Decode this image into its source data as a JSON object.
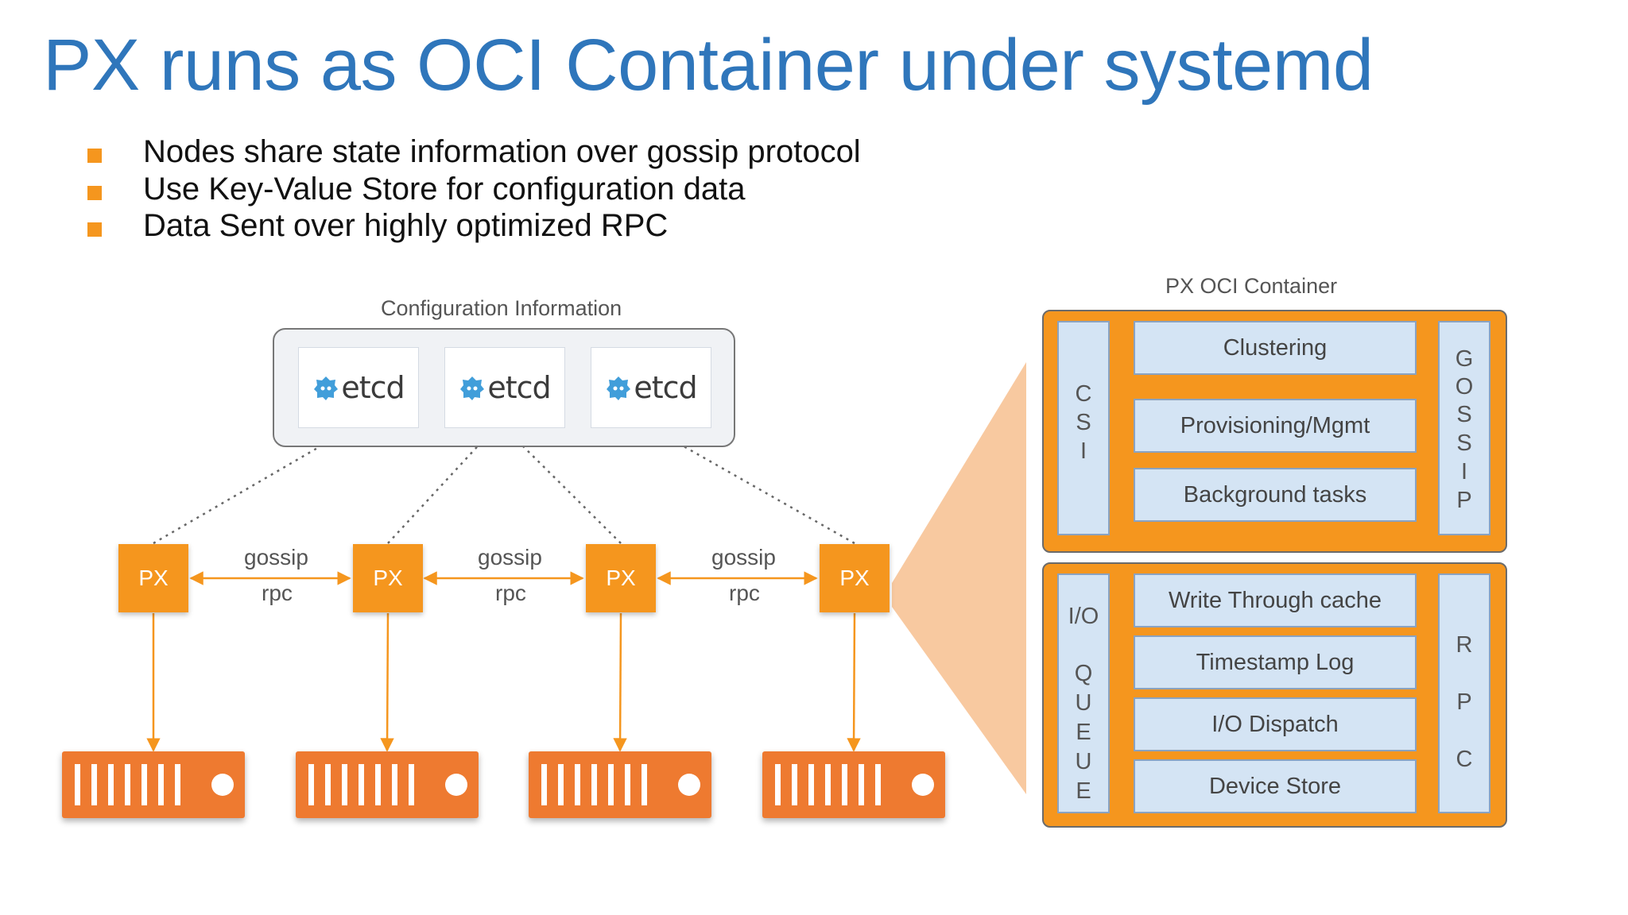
{
  "title": "PX runs as OCI Container under systemd",
  "bullets": [
    "Nodes share state information over gossip protocol",
    "Use Key-Value Store for configuration data",
    "Data Sent over highly optimized RPC"
  ],
  "config_label": "Configuration Information",
  "etcd_label": "etcd",
  "px_label": "PX",
  "link_labels": {
    "top": "gossip",
    "bottom": "rpc"
  },
  "oci_label": "PX OCI Container",
  "oci_top": {
    "left": [
      "C",
      "S",
      "I"
    ],
    "components": [
      "Clustering",
      "Provisioning/Mgmt",
      "Background tasks"
    ],
    "right": [
      "G",
      "O",
      "S",
      "S",
      "I",
      "P"
    ]
  },
  "oci_bottom": {
    "left": [
      "I/O",
      "Q",
      "U",
      "E",
      "U",
      "E"
    ],
    "components": [
      "Write Through cache",
      "Timestamp Log",
      "I/O Dispatch",
      "Device Store"
    ],
    "right": [
      "R",
      "P",
      "C"
    ]
  },
  "colors": {
    "title": "#2f76bb",
    "accent": "#f5961e",
    "disk": "#ee7a30",
    "component": "#d4e4f4",
    "zoom": "#f8c9a0"
  }
}
